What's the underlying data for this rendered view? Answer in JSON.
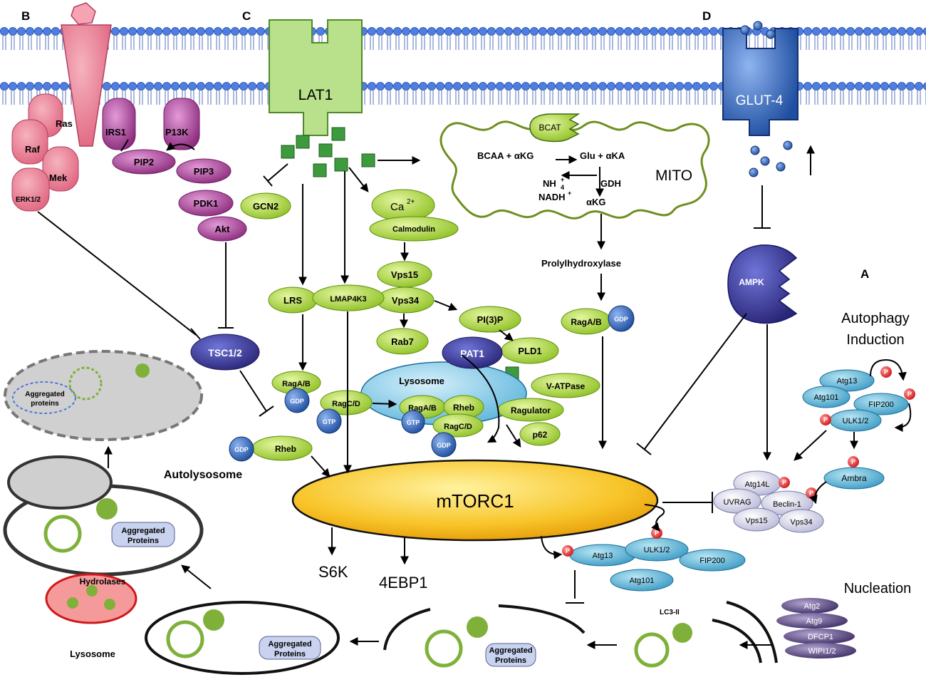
{
  "panels": {
    "a": "A",
    "b": "B",
    "c": "C",
    "d": "D"
  },
  "transporters": {
    "lat1": "LAT1",
    "glut4": "GLUT-4"
  },
  "receptor_pathway": {
    "ras": "Ras",
    "raf": "Raf",
    "mek": "Mek",
    "erk": "ERK1/2",
    "irs1": "IRS1",
    "pi3k": "P13K",
    "pip2": "PIP2",
    "pip3": "PIP3",
    "pdk1": "PDK1",
    "akt": "Akt",
    "gcn2": "GCN2",
    "tsc": "TSC1/2"
  },
  "amino_acid_pathway": {
    "ca": "Ca",
    "ca_sup": "2+",
    "calmodulin": "Calmodulin",
    "vps15": "Vps15",
    "vps34": "Vps34",
    "rab7": "Rab7",
    "pi3p": "PI(3)P",
    "pld1": "PLD1",
    "pat1": "PAT1",
    "lrs": "LRS",
    "lmap": "LMAP4K3",
    "lysosome": "Lysosome",
    "vatpase": "V-ATPase",
    "raga_b": "RagA/B",
    "ragc_d": "RagC/D",
    "rheb": "Rheb",
    "ragulator": "Ragulator",
    "p62": "p62",
    "gdp": "GDP",
    "gtp": "GTP"
  },
  "mito": {
    "label": "MITO",
    "bcat": "BCAT",
    "bcaa": "BCAA + αKG",
    "glu": "Glu + αKA",
    "nh4": "NH",
    "nh4_sub": "4",
    "nh4_sup": "+",
    "nadh": "NADH",
    "nadh_sup": "+",
    "gdh": "GDH",
    "akg": "αKG",
    "prolyl": "Prolylhydroxylase"
  },
  "central": {
    "mtorc1": "mTORC1",
    "s6k": "S6K",
    "ebp1": "4EBP1",
    "ampk": "AMPK"
  },
  "autophagy": {
    "induction_1": "Autophagy",
    "induction_2": "Induction",
    "nucleation": "Nucleation",
    "atg13": "Atg13",
    "atg101": "Atg101",
    "fip200": "FIP200",
    "ulk": "ULK1/2",
    "ambra": "Ambra",
    "atg14l": "Atg14L",
    "uvrag": "UVRAG",
    "beclin": "Beclin-1",
    "vps15": "Vps15",
    "vps34": "Vps34",
    "p": "P",
    "atg2": "Atg2",
    "atg9": "Atg9",
    "dfcp1": "DFCP1",
    "wipi": "WIPI1/2",
    "lc3": "LC3-II",
    "aggregated_1": "Aggregated",
    "aggregated_2": "Proteins",
    "aggregated_proteins_1": "Aggregated",
    "aggregated_proteins_2": "proteins",
    "autolysosome": "Autolysosome",
    "hydrolases": "Hydrolases",
    "lysosome": "Lysosome"
  },
  "colors": {
    "membrane": "#4a78d8",
    "green_protein": "#a6d23c",
    "purple": "#9e3c8e",
    "pink": "#e7748a",
    "blue_node": "#3d86bf",
    "mtor": "#f6b81a"
  }
}
